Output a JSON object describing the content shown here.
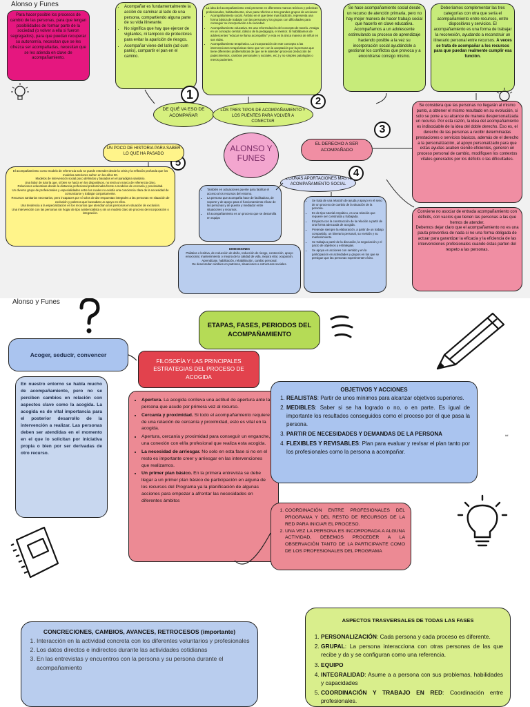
{
  "page1": {
    "label": "Alonso y Funes",
    "center_title": "ALONSO Y FUNES",
    "box_pink": "Para hacer posible los procesos de cambio de las personas, para que tengan posibilidades de formar parte de la sociedad (o volver a ella si fueron segregados), para que puedan recuperar su autonomía, necesitan que se les ofrezca ser acompañadas, necesitan que se les atienda en clave de acompañamiento.",
    "box_acompanar": [
      "Acompañar es fundamentalmente la acción de caminar al lado de una persona, compartiendo alguna parte de su vida itinerante.",
      "No significa que hay que ejercer de vigilantes, ni tampoco de protectores para evitar la aparición de riesgos.",
      "Acompañar viene del latín (ad cum panis), compartir el pan en el camino."
    ],
    "box_tipos_title": "La idea del acompañamiento está presente en diferentes marcos teóricos y prácticas profesionales, habitualmente, sirve para referirse a tres grandes grupos de acciones:",
    "box_tipos": [
      "Acompañamiento social. Ámbito en el que tiene mas tradición, representa una forma básica de trabajar con las personas y los grupos con dificultades para conseguir su incorporación a la sociedad.",
      "Acompañamiento educativo. Es una reformulación del concepto de tutoría. Arraiga en un concepto central, clásico de la pedagogía, el mentor. Si hablábamos de adolescentes \"educar se llama acompañar\" y esta es la única manera de influir en sus vidas.",
      "Acompañamiento terapéutico. La incorporación de este concepto a las intervenciones terapéuticas tiene que ver con la aceptación por la persona que tiene diferentes problemáticas de que se le atienden procesos (reducción de padecimientos, cambios personales y sociales, etc.) y no simples patologías o meros pacientes."
    ],
    "box_social": "Se hace acompañamiento social desde un recurso de atención primaria, pero no hay mejor manera de hacer trabajo social que hacerlo en clave educativa. Acompañamos a un adolescente estimulando su proceso de aprendizaje haciendo posible a la vez su incorporación social ayudándole a gestionar los conflictos que provoca y a encontrarse consigo mismo.",
    "box_complementar": "Deberíamos complementar las tres categorías con otra que sería el acompañamiento entre recursos, entre dispositivos y servicios. El acompañamiento es una forma de trabajar la reconexión, ayudando a reconstruir un itinerario personal entre recursos.",
    "box_complementar_bold": "A veces se trata de acompañar a los recursos para que puedan realmente cumplir esa función.",
    "oval_de_que": "DE QUÉ VA ESO DE ACOMPAÑAR",
    "oval_tres_tipos": "LOS TRES TIPOS DE ACOMPAÑAMIENTO Y LOS PUENTES PARA VOLVER A CONECTAR",
    "box_derecho_desc": "Se considera que las personas no llegarán al mismo punto, a obtener el mismo resultado en su evolución, si solo se pone a su alcance de manera despersonalizada un recurso. Por esta razón, la idea del acompañamiento es indisociable de la idea del doble derecho. Eso es, el derecho de las personas a recibir determinadas prestaciones o servicios básicos, además de el derecho a la personalización, al apoyo personalizado para que estas ayudas acaben siendo eficientes, generen un proceso personal de cambio, modifiquen los contextos vitales generados por los déficits o las dificultades.",
    "oval_derecho": "EL DERECHO A SER ACOMPAÑADO",
    "oval_historia": "UN POCO DE HISTORIA PARA SABER LO QUE HA PASADO",
    "box_historia": [
      "El acompañamiento como modelo de referencia solo se puede entender desde la crisis y la reflexión profunda que los modelos anteriores sufren en los años 90.",
      "Modelos de intervención social poco definidos y basados en el paradigma sanitario.",
      "Una labor de tutoría que, si bien se hacía en los dispositivos, no tenía un marco de referencia claro.",
      "Relaciones educativas donde la distancia profesional predominaba frente a modelos de cercanía y proximidad.",
      "Un diverso grupo de profesionales y especialidades entre los cuales no existía una conciencia clara de la necesidad de comunicarse y trabajar conjuntamente.",
      "Recursos sanitarios necesarios, pero incapaces por sí solos de dar respuestas integrales a las personas en situación de exclusión y pobreza que buscaban un apoyo en ellos.",
      "Una tendencia a la especialización en los recursos que atendían a las personas en situación de exclusión.",
      "Una intervención con las personas sin hogar de tipo asistencialista y sin un modelo claro de proceso de incorporación o integración."
    ],
    "oval_aportaciones": "ALGUNAS APORTACIONES MÁS AL ACOMPAÑAMIENTO SOCIAL",
    "box_aport_left": [
      "También en actuaciones puente para facilitar el acceso a los recursos del entorno.",
      "La persona que acompaña hace de facilitadora, de soporte y de apoyo para el funcionamiento eficaz de las personas y de puente y mediador entre situaciones y recursos.",
      "El acompañamiento es un proceso que se desarrolla en equipo"
    ],
    "box_dimensiones_title": "DIMENSIONES",
    "box_dimensiones": [
      "Paliativa o lenitiva, de reducción de daño, reducción de riesgo, contención, apoyo emocional, mantenimiento o mejora de la calidad de vida, mejora vital, ocupación.",
      "Aprendizaje, habilitación, rehabilitación, cambio personal.",
      "De desenredar cambios en patrones, situaciones o estructuras sociales."
    ],
    "box_aport_right": [
      "Se trata de una relación de ayuda y apoyo en el seno de un proceso de cambio de la situación de la persona.",
      "Es de tipo tutorial empático, es una relación que requiere ser construida y trabajada.",
      "Empieza con la construcción de la relación a partir de una forma adecuada de acogida.",
      "Pretende siempre la elaboración, a partir de un trabajo compartido, un itinerario personal, su revisión y su mantenimiento.",
      "Se trabaja a partir de la discusión, la negociación y el pacto de objetivos y estrategias.",
      "Se apoya en acciones con sentido y en la participación en actividades y grupos en los que se persigue que las personas experimenten éxito."
    ],
    "box_conviene": [
      "Conviene no asociar de entrada acompañamiento con déficits, con vacíos que tienen las personas a las que hemos de atender.",
      "Debemos dejar claro que el acompañamiento no es una pauta preventiva de nada si no una forma obligada de actuar para garantizar la eficacia y la eficiencia de las intervenciones profesionales cuando éstas parten del respeto a las personas."
    ],
    "numbers": [
      "1",
      "2",
      "3",
      "4",
      "5"
    ]
  },
  "page2": {
    "label": "Alonso y Funes",
    "title": "ETAPAS, FASES, PERIODOS DEL ACOMPAÑAMIENTO",
    "acoger_title": "Acoger, seducir, convencer",
    "acoger_text": "En nuestro entorno se habla mucho de acompañamiento, pero no se perciben cambios en relación con aspectos clave como la acogida. La acogida es de vital importancia para el posterior desarrollo de la intervención a realizar. Las personas deben ser atendidas en el momento en el que lo solicitan por iniciativa propia o bien por ser derivadas de otro recurso.",
    "filosofia_title": "FILOSOFÍA Y LAS PRINCIPALES ESTRATEGIAS DEL PROCESO DE ACOGIDA",
    "filosofia_items": [
      {
        "b": "Apertura.",
        "t": " La acogida conlleva una actitud de apertura ante la persona que acude por primera vez al recurso."
      },
      {
        "b": "Cercanía y proximidad.",
        "t": " Si todo el acompañamiento requiere de una relación de cercanía y proximidad, esto es vital en la acogida."
      },
      {
        "b": "",
        "t": "Apertura, cercanía y proximidad para conseguir un enganche, una conexión con el/la profesional que realiza esta acogida."
      },
      {
        "b": "La necesidad de arriesgar.",
        "t": " No solo en esta fase si no en el resto es importante creer y arriesgar en las intervenciones que realizamos."
      },
      {
        "b": "Un primer plan básico.",
        "t": " En la primera entrevista se debe llegar a un primer plan básico de participación en alguna de los recursos del Programa ya la planificación de algunas acciones para empezar a afrontar las necesidades en diferentes ámbitos"
      }
    ],
    "objetivos_title": "OBJETIVOS Y ACCIONES",
    "objetivos_items": [
      {
        "b": "REALISTAS",
        "t": ": Partir de unos mínimos para alcanzar objetivos superiores."
      },
      {
        "b": "MEDIBLES",
        "t": ": Saber si se ha logrado o no, o en parte. Es igual de importante los resultados conseguidos como el proceso por el que pasa la persona."
      },
      {
        "b": "PARTIR DE NECESIDADES Y DEMANDAS DE LA PERSONA",
        "t": ""
      },
      {
        "b": "FLEXIBLES Y REVISABLES",
        "t": ": Plan para evaluar y revisar el plan tanto por los profesionales como la persona a acompañar."
      }
    ],
    "coordinacion_items": [
      "COORDINACIÓN ENTRE PROFESIONALES DEL PROGRAMA Y DEL RESTO DE RECURSOS DE LA RED PARA INICIAR EL PROCESO.",
      "UNA VEZ LA PERSONA ES INCORPORADA A ALGUNA ACTIVIDAD, DEBEMOS PROCEDER A LA OBSERVACIÓN TANTO DE LA PARTICIPANTE COMO DE LOS PROFESIONALES DEL PROGRAMA"
    ],
    "concreciones_title": "CONCRECIONES, CAMBIOS, AVANCES, RETROCESOS (importante)",
    "concreciones_items": [
      "Interacción en la actividad concreta con los diferentes voluntarios y profesionales",
      "Los datos directos e indirectos durante las actividades cotidianas",
      "En las entrevistas y encuentros con la persona y su persona durante el acompañamiento"
    ],
    "aspectos_title": "ASPECTOS TRASVERSALES DE TODAS LAS FASES",
    "aspectos_items": [
      {
        "b": "PERSONALIZACIÓN",
        "t": ": Cada persona y cada proceso es diferente."
      },
      {
        "b": "GRUPAL",
        "t": ": La persona interacciona con otras personas de las que recibe y da y se configuran como una referencia."
      },
      {
        "b": "EQUIPO",
        "t": ""
      },
      {
        "b": "INTEGRALIDAD",
        "t": ": Asume a a persona con sus problemas, habilidades y capacidades"
      },
      {
        "b": "COORDINACIÓN Y TRABAJO EN RED",
        "t": ": Coordinación entre profesionales."
      }
    ],
    "mini_label": "##"
  },
  "colors": {
    "pink": "#e5177f",
    "lime": "#d6f07f",
    "yellow": "#fff48a",
    "rose": "#f08ea3",
    "lavender": "#c9d6f2",
    "green_title": "#b5db56",
    "blue_acoger": "#aac4ef",
    "red_header": "#e2424d"
  },
  "icons": [
    "lightbulb-icon",
    "question-mark-icon",
    "pencil-icon",
    "notebook-icon",
    "scribble-lines-icon"
  ]
}
